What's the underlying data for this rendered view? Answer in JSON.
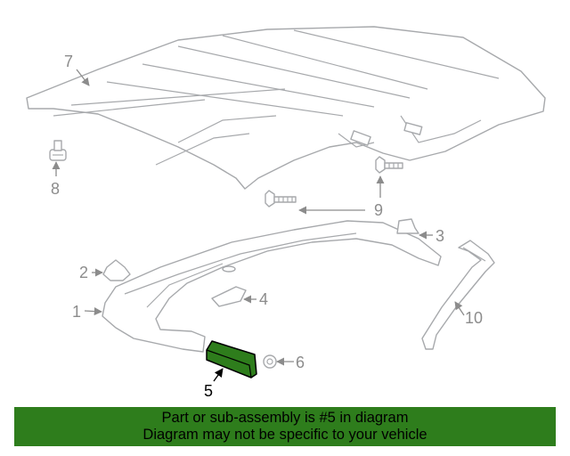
{
  "callouts": {
    "c1": "1",
    "c2": "2",
    "c3": "3",
    "c4": "4",
    "c5": "5",
    "c6": "6",
    "c7": "7",
    "c8": "8",
    "c9": "9",
    "c10": "10"
  },
  "highlight_part": "5",
  "colors": {
    "highlight": "#2e7d1c",
    "part_stroke": "#a7a9ac",
    "callout_text": "#8c8c8c"
  },
  "banner": {
    "line1": "Part or sub-assembly is #5 in diagram",
    "line2": "Diagram may not be specific to your vehicle"
  }
}
